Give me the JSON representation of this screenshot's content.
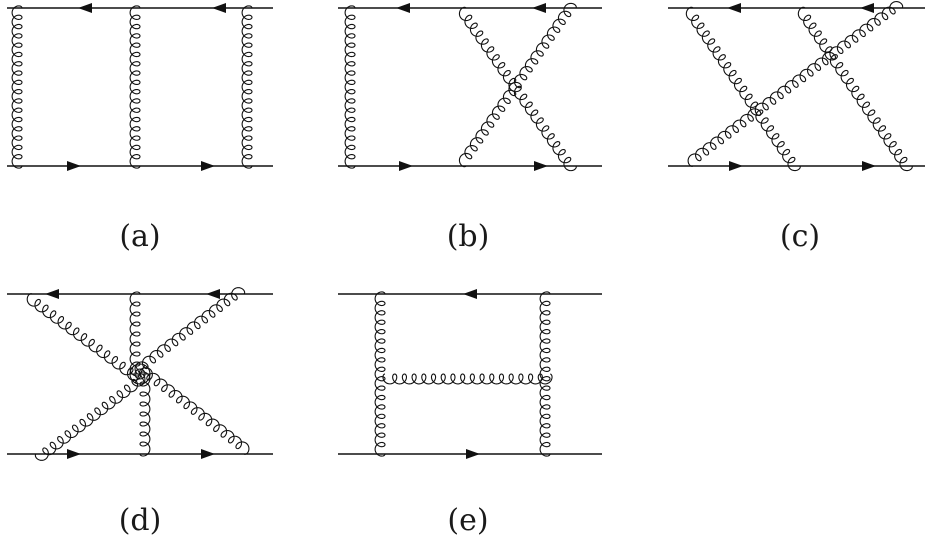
{
  "figure": {
    "panels": [
      {
        "id": "a",
        "caption": "(a)"
      },
      {
        "id": "b",
        "caption": "(b)"
      },
      {
        "id": "c",
        "caption": "(c)"
      },
      {
        "id": "d",
        "caption": "(d)"
      },
      {
        "id": "e",
        "caption": "(e)"
      }
    ]
  }
}
